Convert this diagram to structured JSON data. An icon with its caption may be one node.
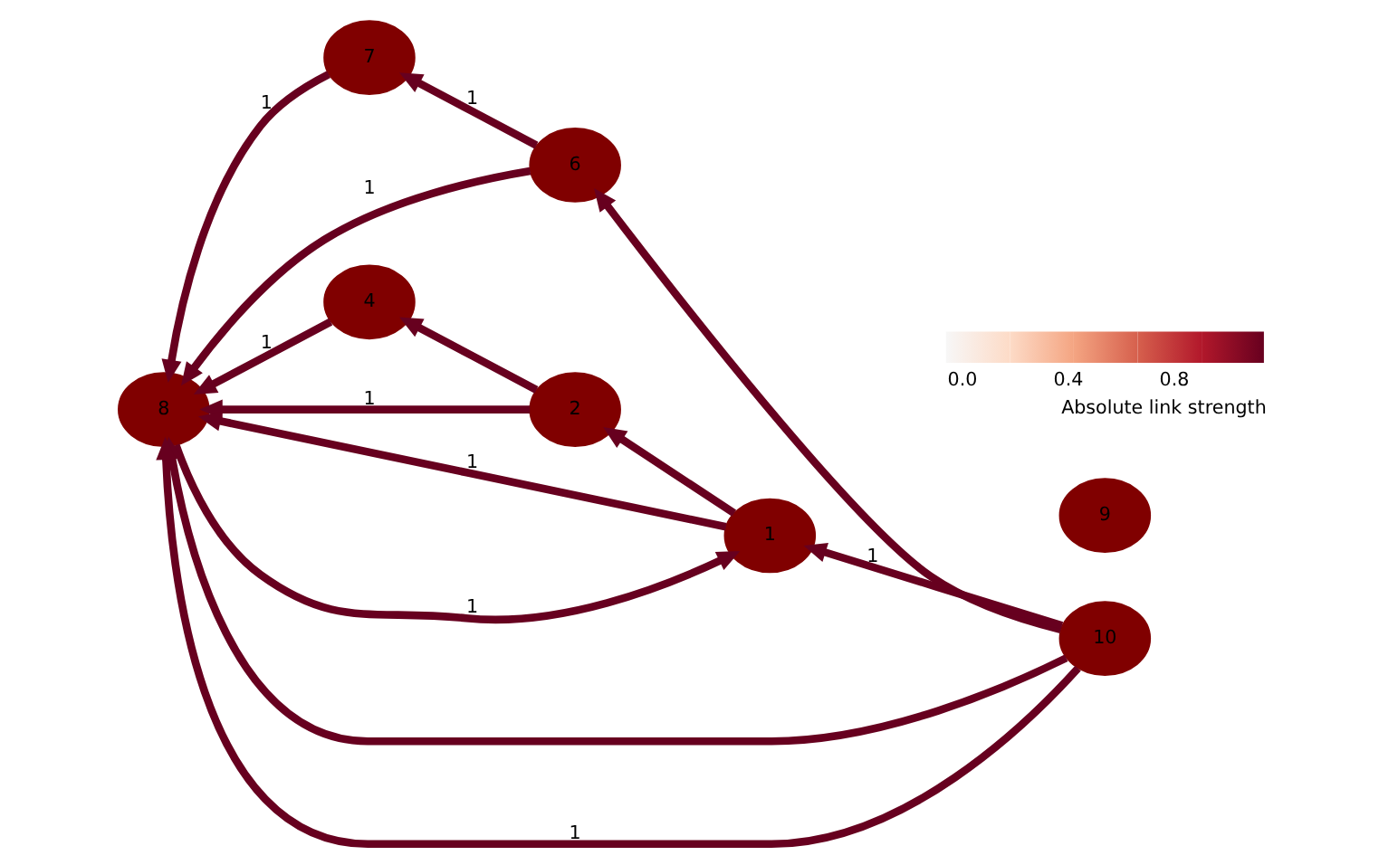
{
  "diagram": {
    "nodes": [
      {
        "text": [
          "4"
        ]
      },
      {
        "text": [
          "6"
        ]
      },
      {
        "text": [
          "2"
        ]
      },
      {
        "text": [
          "7"
        ]
      },
      {
        "text": [
          "1"
        ]
      },
      {
        "text": [
          "8"
        ]
      },
      {
        "text": [
          "10"
        ]
      },
      {
        "text": [
          "9"
        ]
      }
    ],
    "edges": [
      {
        "from": 0,
        "to": 5,
        "arrow": "to",
        "label": "1"
      },
      {
        "from": 2,
        "to": 0,
        "arrow": "to"
      },
      {
        "from": 2,
        "to": 5,
        "arrow": "to",
        "label": "1"
      },
      {
        "from": 4,
        "to": 2,
        "arrow": "to"
      },
      {
        "from": 5,
        "to": 4,
        "arrow": "to",
        "label": "1"
      },
      {
        "from": 4,
        "to": 5,
        "arrow": "to",
        "label": "1"
      },
      {
        "from": 6,
        "to": 4,
        "arrow": "to",
        "label": "1"
      },
      {
        "from": 6,
        "to": 1,
        "arrow": "to"
      },
      {
        "from": 6,
        "to": 5,
        "arrow": "to"
      },
      {
        "from": 6,
        "to": 5,
        "arrow": "to",
        "label": "1"
      },
      {
        "from": 1,
        "to": 3,
        "arrow": "to",
        "label": "1"
      },
      {
        "from": 1,
        "to": 5,
        "arrow": "to",
        "label": "1"
      },
      {
        "from": 3,
        "to": 5,
        "arrow": "to",
        "label": "1"
      }
    ],
    "labels": [
      "0.0",
      "0.4",
      "0.8"
    ],
    "legend": [
      {
        "text": "Absolute link strength"
      }
    ]
  }
}
